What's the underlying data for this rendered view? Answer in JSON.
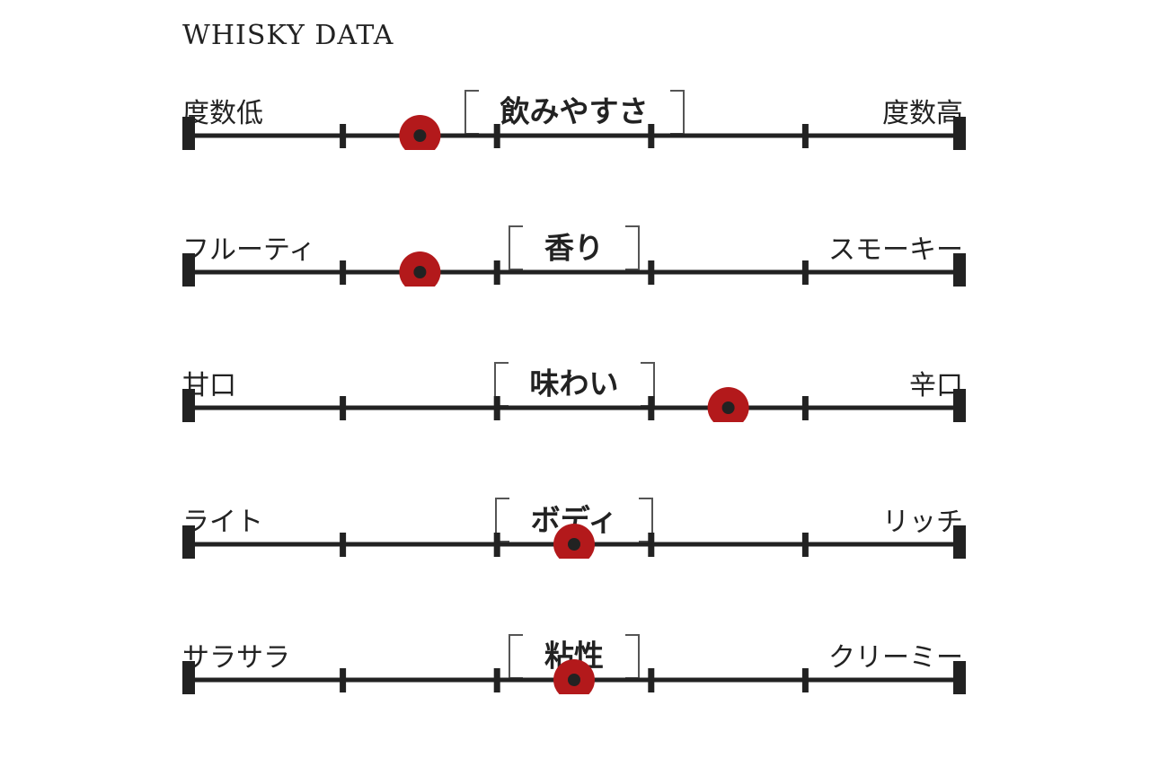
{
  "title": "WHISKY DATA",
  "chart_data": {
    "type": "scale",
    "min": 0,
    "max": 5,
    "ticks": [
      0,
      1,
      2,
      3,
      4,
      5
    ],
    "rows": [
      {
        "heading": "飲みやすさ",
        "left_label": "度数低",
        "right_label": "度数高",
        "value": 1.5
      },
      {
        "heading": "香り",
        "left_label": "フルーティ",
        "right_label": "スモーキー",
        "value": 1.5
      },
      {
        "heading": "味わい",
        "left_label": "甘口",
        "right_label": "辛口",
        "value": 3.5
      },
      {
        "heading": "ボディ",
        "left_label": "ライト",
        "right_label": "リッチ",
        "value": 2.5
      },
      {
        "heading": "粘性",
        "left_label": "サラサラ",
        "right_label": "クリーミー",
        "value": 2.5
      }
    ],
    "colors": {
      "line": "#222222",
      "marker": "#b3191b",
      "marker_center": "#222222"
    }
  }
}
